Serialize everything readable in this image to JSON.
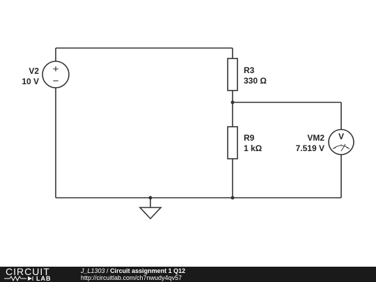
{
  "components": {
    "v2": {
      "name": "V2",
      "value": "10 V"
    },
    "r3": {
      "name": "R3",
      "value": "330 Ω"
    },
    "r9": {
      "name": "R9",
      "value": "1 kΩ"
    },
    "vm2": {
      "name": "VM2",
      "value": "7.519 V",
      "symbol": "V"
    }
  },
  "source_symbols": {
    "plus": "+",
    "minus": "−"
  },
  "footer": {
    "logo_top": "CIRCUIT",
    "logo_bottom": "LAB",
    "user": "J_L1303",
    "separator": " / ",
    "title": "Circuit assignment 1 Q12",
    "url": "http://circuitlab.com/ch7nwudy4qv57"
  },
  "colors": {
    "wire": "#333333",
    "footer_bg": "#1a1a1a",
    "footer_text": "#ffffff"
  }
}
